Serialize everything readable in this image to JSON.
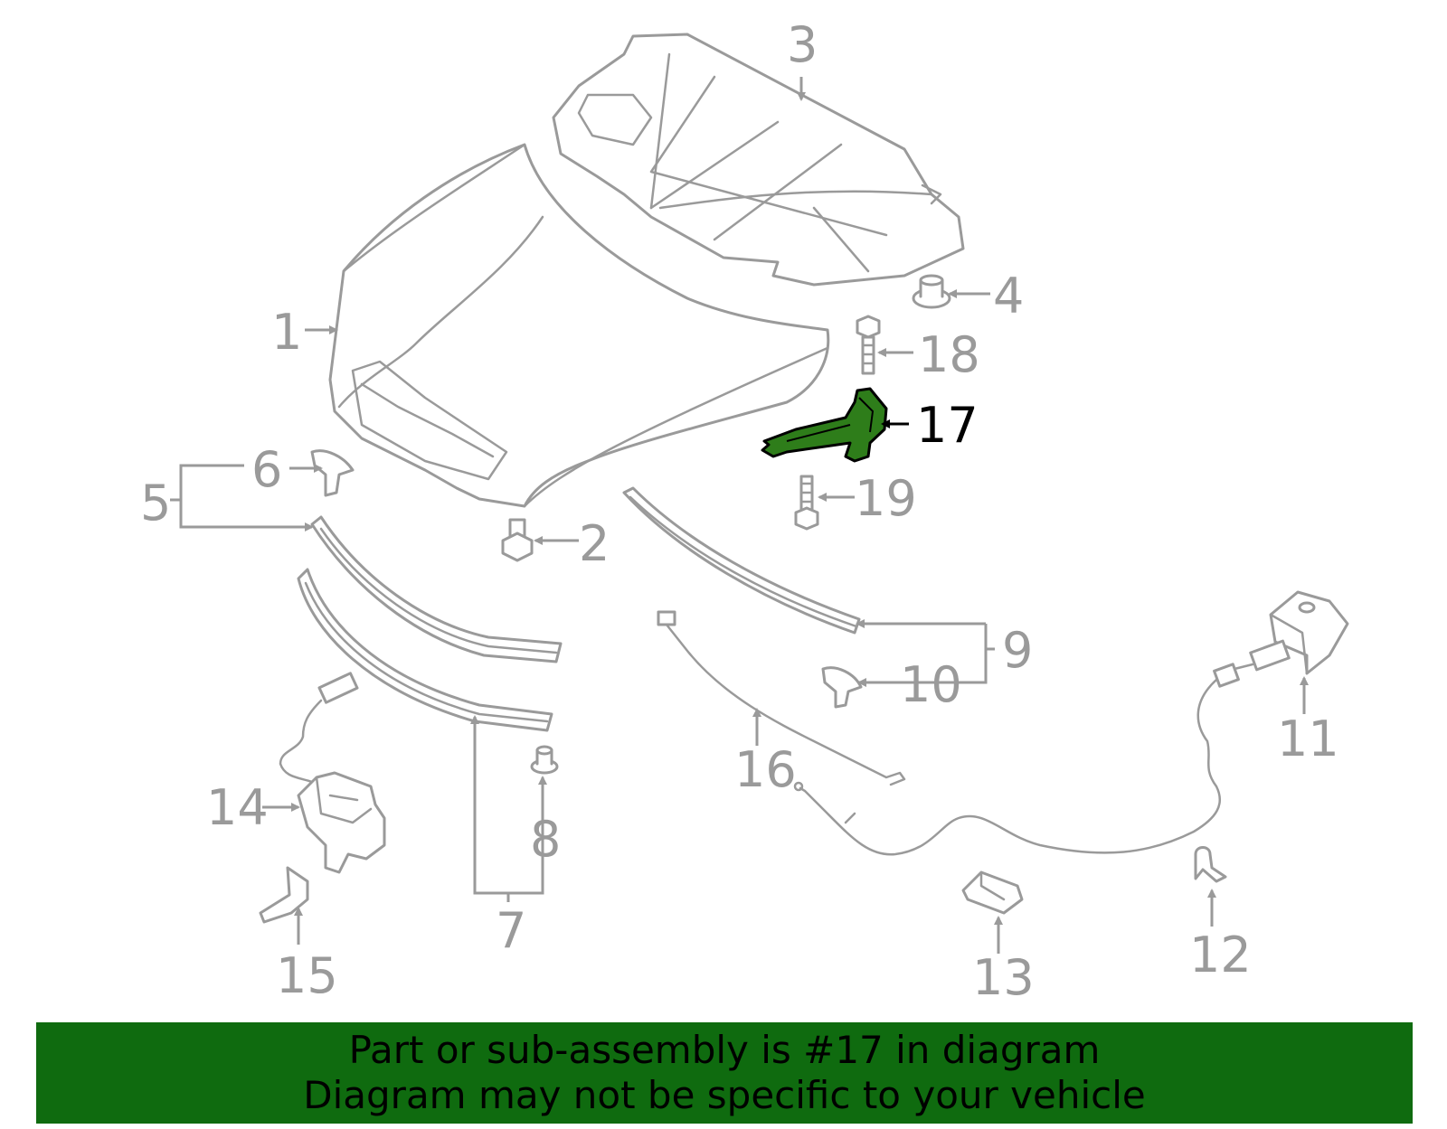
{
  "highlight_color": "#2e7d1a",
  "banner": {
    "line1": "Part or sub-assembly is #17 in diagram",
    "line2": "Diagram may not be specific to your vehicle",
    "background": "#0f6b0f"
  },
  "callouts": {
    "c1": "1",
    "c2": "2",
    "c3": "3",
    "c4": "4",
    "c5": "5",
    "c6": "6",
    "c7": "7",
    "c8": "8",
    "c9": "9",
    "c10": "10",
    "c11": "11",
    "c12": "12",
    "c13": "13",
    "c14": "14",
    "c15": "15",
    "c16": "16",
    "c17": "17",
    "c18": "18",
    "c19": "19"
  },
  "highlighted_part": "17"
}
